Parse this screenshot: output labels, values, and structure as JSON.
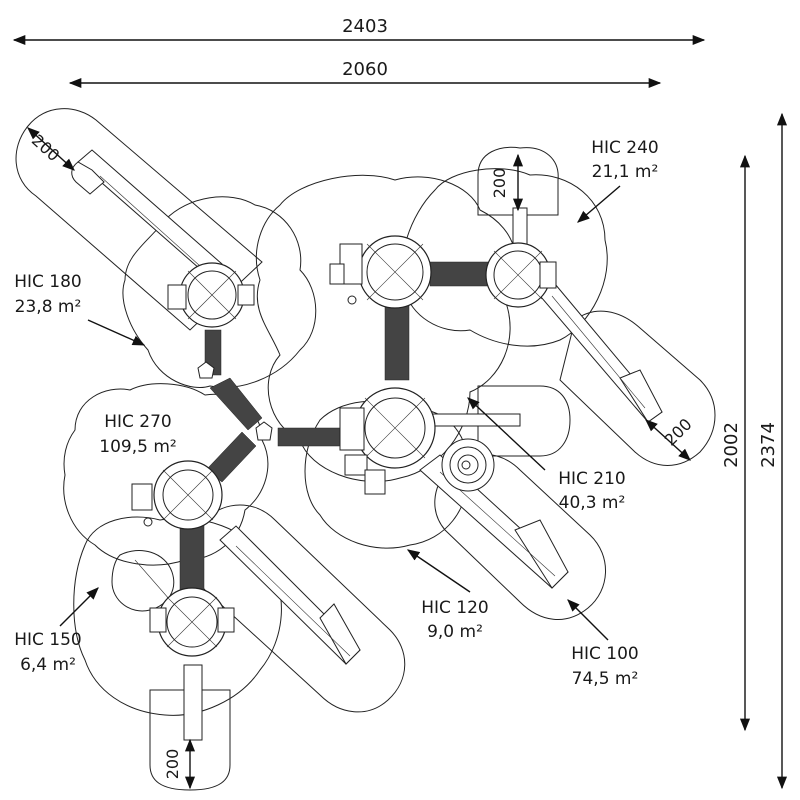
{
  "dimensions": {
    "overall_width": "2403",
    "inner_width": "2060",
    "overall_height": "2374",
    "inner_height": "2002",
    "slide_clearance_top_left": "200",
    "slide_clearance_top_right": "200",
    "slide_clearance_right": "200",
    "slide_clearance_bottom": "200"
  },
  "zones": [
    {
      "id": "hic240",
      "name": "HIC 240",
      "area": "21,1 m²"
    },
    {
      "id": "hic180",
      "name": "HIC 180",
      "area": "23,8 m²"
    },
    {
      "id": "hic270",
      "name": "HIC 270",
      "area": "109,5 m²"
    },
    {
      "id": "hic210",
      "name": "HIC 210",
      "area": "40,3 m²"
    },
    {
      "id": "hic150",
      "name": "HIC 150",
      "area": "6,4 m²"
    },
    {
      "id": "hic120",
      "name": "HIC 120",
      "area": "9,0 m²"
    },
    {
      "id": "hic100",
      "name": "HIC 100",
      "area": "74,5 m²"
    }
  ]
}
